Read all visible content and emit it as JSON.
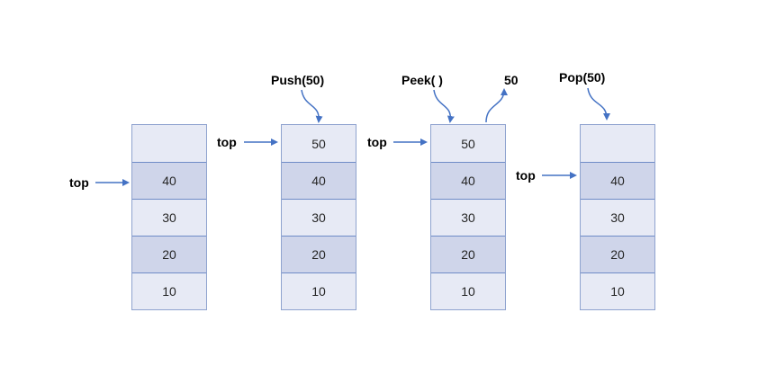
{
  "colors": {
    "cell_light": "#e7eaf5",
    "cell_dark": "#cfd5ea",
    "cell_border": "#6f8cc7",
    "arrow": "#4472c4"
  },
  "labels": {
    "top": "top",
    "push": "Push(50)",
    "peek": "Peek( )",
    "peek_result": "50",
    "pop": "Pop(50)"
  },
  "stacks": [
    {
      "cells": [
        "",
        "40",
        "30",
        "20",
        "10"
      ]
    },
    {
      "cells": [
        "50",
        "40",
        "30",
        "20",
        "10"
      ]
    },
    {
      "cells": [
        "50",
        "40",
        "30",
        "20",
        "10"
      ]
    },
    {
      "cells": [
        "",
        "40",
        "30",
        "20",
        "10"
      ]
    }
  ]
}
